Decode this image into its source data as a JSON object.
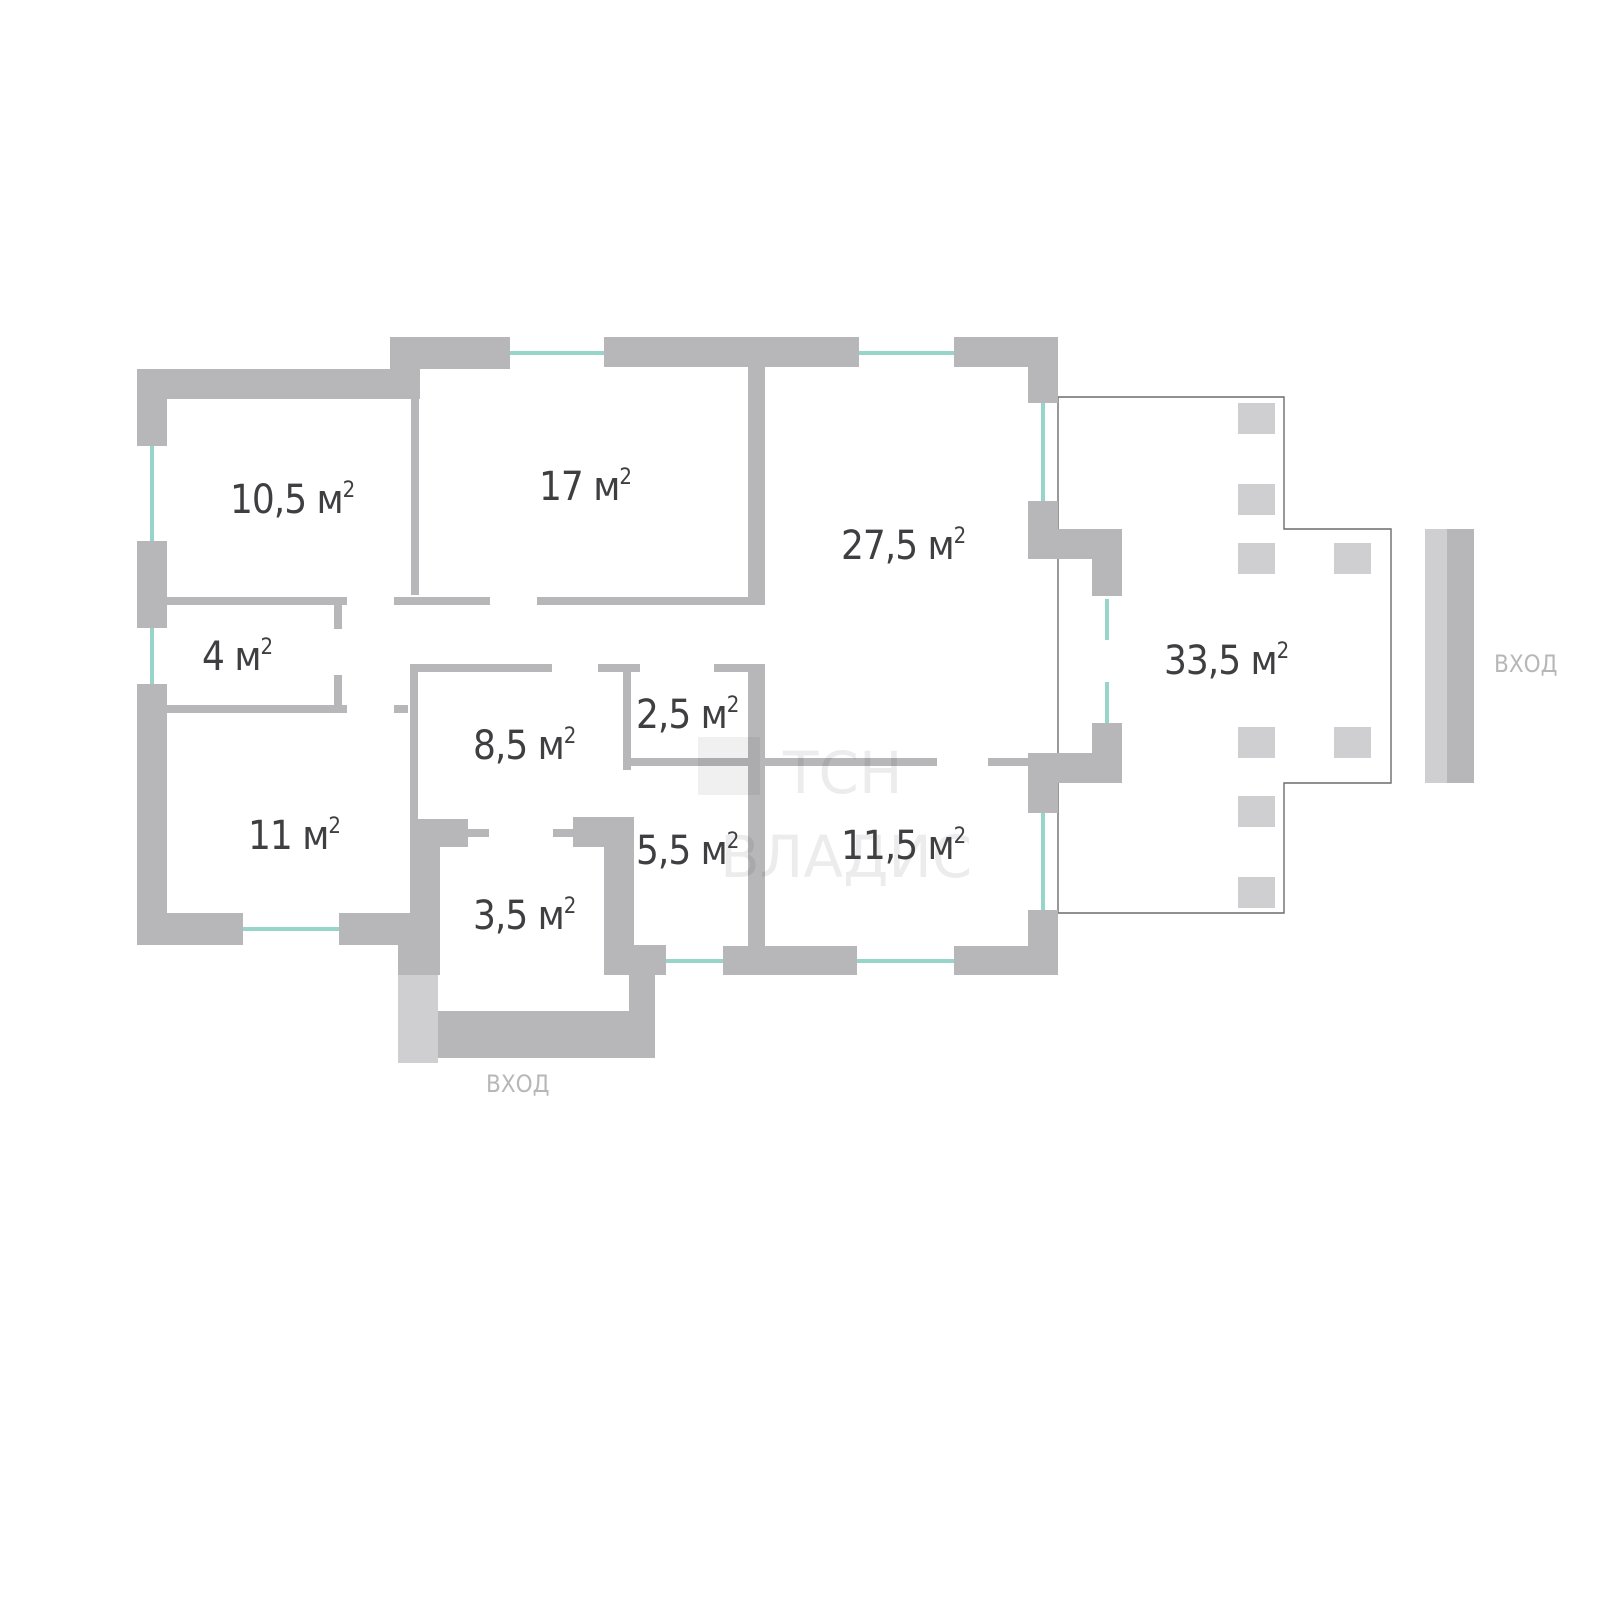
{
  "rooms": [
    {
      "id": "room-top-left",
      "area": "10,5 м",
      "sup": "2"
    },
    {
      "id": "room-top-middle",
      "area": "17 м",
      "sup": "2"
    },
    {
      "id": "room-living",
      "area": "27,5 м",
      "sup": "2"
    },
    {
      "id": "room-small-left",
      "area": "4 м",
      "sup": "2"
    },
    {
      "id": "room-bottom-left",
      "area": "11 м",
      "sup": "2"
    },
    {
      "id": "room-hall",
      "area": "8,5 м",
      "sup": "2"
    },
    {
      "id": "room-closet",
      "area": "2,5 м",
      "sup": "2"
    },
    {
      "id": "room-bath",
      "area": "5,5 м",
      "sup": "2"
    },
    {
      "id": "room-vestibule",
      "area": "3,5 м",
      "sup": "2"
    },
    {
      "id": "room-bottom-right",
      "area": "11,5 м",
      "sup": "2"
    },
    {
      "id": "terrace",
      "area": "33,5 м",
      "sup": "2"
    }
  ],
  "entrances": {
    "right": "ВХОД",
    "bottom": "ВХОД"
  },
  "watermark": {
    "line1": "ТСН",
    "line2": "ВЛАДИС"
  },
  "colors": {
    "wall": "#b7b7b9",
    "window": "#97d4ca",
    "label": "#3f3f42"
  }
}
